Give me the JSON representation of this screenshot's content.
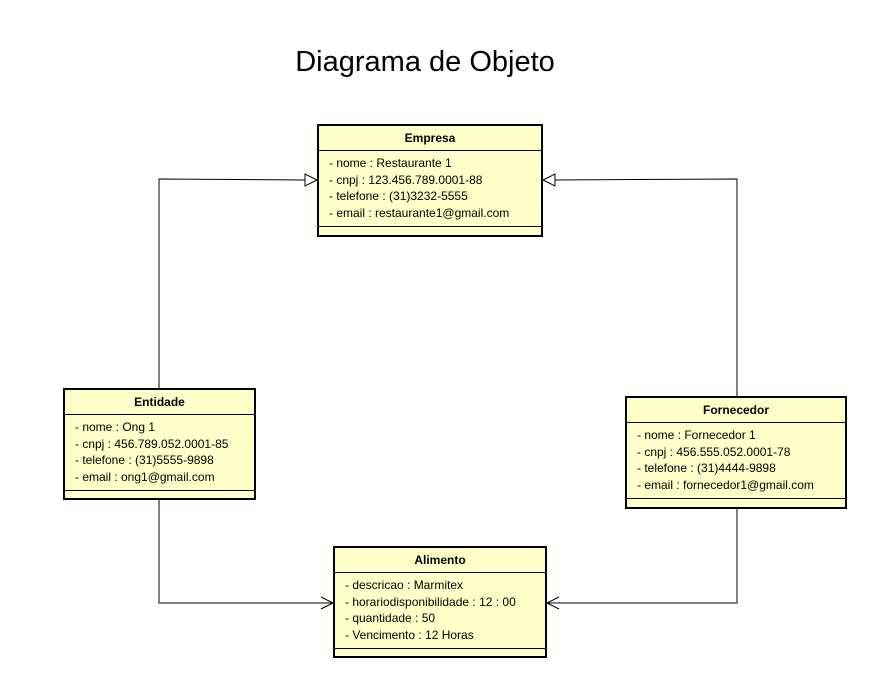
{
  "title": "Diagrama de Objeto",
  "classes": {
    "empresa": {
      "name": "Empresa",
      "attributes": [
        "- nome : Restaurante 1",
        "- cnpj : 123.456.789.0001-88",
        "- telefone : (31)3232-5555",
        "- email : restaurante1@gmail.com"
      ]
    },
    "entidade": {
      "name": "Entidade",
      "attributes": [
        "- nome : Ong 1",
        "- cnpj : 456.789.052.0001-85",
        "- telefone : (31)5555-9898",
        "- email : ong1@gmail.com"
      ]
    },
    "fornecedor": {
      "name": "Fornecedor",
      "attributes": [
        "- nome : Fornecedor 1",
        "- cnpj : 456.555.052.0001-78",
        "- telefone : (31)4444-9898",
        "- email : fornecedor1@gmail.com"
      ]
    },
    "alimento": {
      "name": "Alimento",
      "attributes": [
        "- descricao : Marmitex",
        "- horariodisponibilidade : 12 : 00",
        "- quantidade : 50",
        "- Vencimento : 12 Horas"
      ]
    }
  },
  "relations": [
    {
      "from": "Entidade",
      "to": "Empresa",
      "kind": "generalization"
    },
    {
      "from": "Fornecedor",
      "to": "Empresa",
      "kind": "generalization"
    },
    {
      "from": "Entidade",
      "to": "Alimento",
      "kind": "association"
    },
    {
      "from": "Fornecedor",
      "to": "Alimento",
      "kind": "association"
    }
  ]
}
